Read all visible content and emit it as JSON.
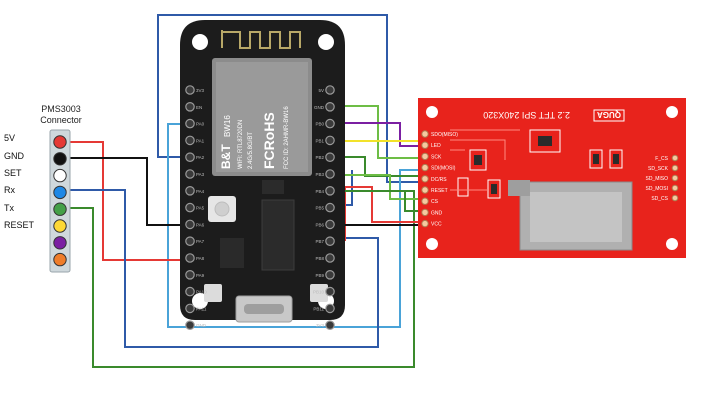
{
  "connector": {
    "title_line1": "PMS3003",
    "title_line2": "Connector",
    "pins": [
      "5V",
      "GND",
      "SET",
      "Rx",
      "Tx",
      "RESET"
    ],
    "dot_colors": [
      "#e53935",
      "#111111",
      "#ffffff",
      "#1e88e5",
      "#43a047",
      "#fdd835",
      "#7b1fa2",
      "#ef7d2a"
    ]
  },
  "mcu": {
    "brand": "B&T",
    "model": "BW16",
    "wifi_line": "WIFI: RTL8720DN",
    "freq_line": "2.4G/5.8G/BT",
    "fcc_line": "FCC ID: 2AHMR-BW16",
    "cert_text": "FCRoHS",
    "left_pins": [
      "3V3",
      "EN",
      "PA0",
      "PA1",
      "PA2",
      "PA3",
      "PA4",
      "PA5",
      "PA6",
      "PA7",
      "PA8",
      "PA9",
      "PA10",
      "PA11",
      "GND"
    ],
    "right_pins": [
      "5V",
      "GND",
      "PB0",
      "PB1",
      "PB2",
      "PB3",
      "PB4",
      "PB5",
      "PB6",
      "PB7",
      "PB8",
      "PB9",
      "PB10",
      "PB11",
      "3V3"
    ]
  },
  "tft": {
    "header_text": "2.2 TFT SPI 240X320",
    "brand_text": "QUGA",
    "pins": [
      "SDO(MISO)",
      "LED",
      "SCK",
      "SDI(MOSI)",
      "DC/RS",
      "RESET",
      "CS",
      "GND",
      "VCC"
    ],
    "sd_pins": [
      "F_CS",
      "SD_SCK",
      "SD_MISO",
      "SD_MOSI",
      "SD_CS"
    ]
  },
  "colors": {
    "board": "#1c1c1c",
    "tft_red": "#e8231c",
    "wire_blue": "#2f5aa8",
    "wire_lightblue": "#4aa3d8",
    "wire_red": "#e53935",
    "wire_black": "#111111",
    "wire_green": "#3a8a2c",
    "wire_lightgreen": "#6dbd45",
    "wire_yellow": "#f2e22a",
    "wire_purple": "#7b1fa2"
  }
}
